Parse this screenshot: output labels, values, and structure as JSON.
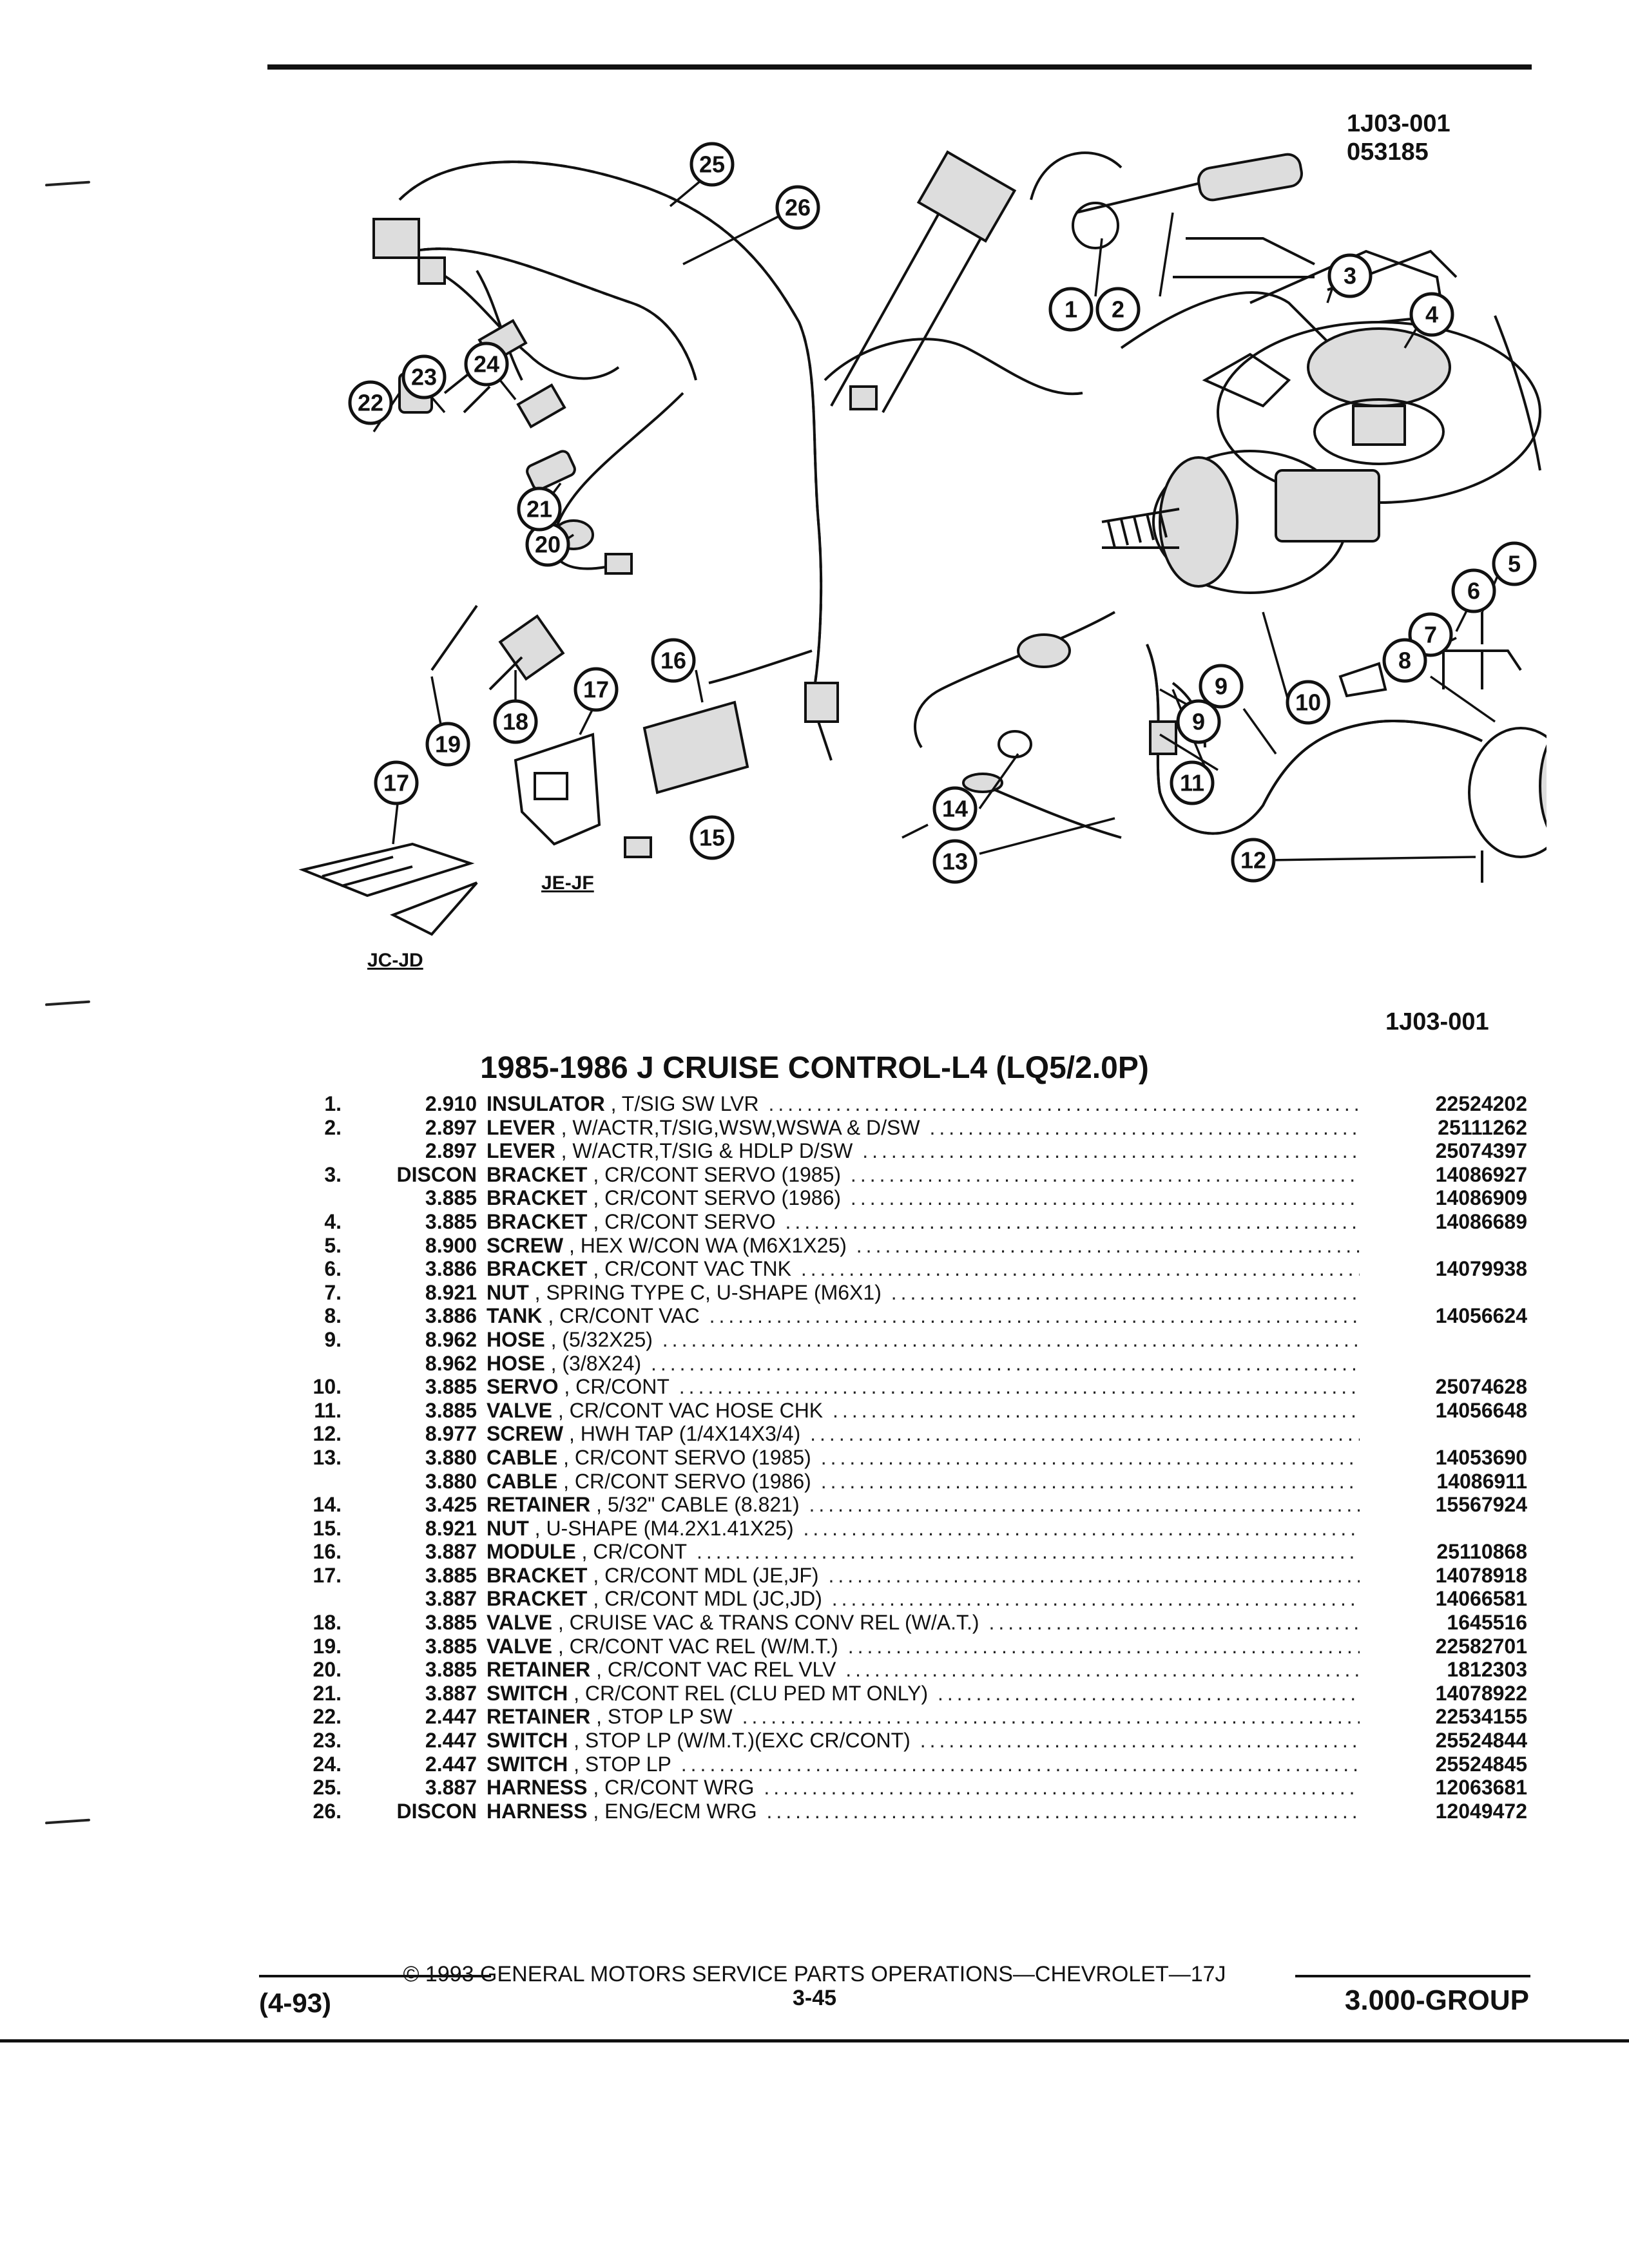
{
  "doc_ref": {
    "code": "1J03-001",
    "date_code": "053185",
    "bottom_code": "1J03-001"
  },
  "diagram": {
    "callouts": [
      "1",
      "2",
      "3",
      "4",
      "5",
      "6",
      "7",
      "8",
      "9",
      "9",
      "10",
      "11",
      "11",
      "12",
      "13",
      "14",
      "15",
      "16",
      "17",
      "17",
      "18",
      "19",
      "20",
      "21",
      "22",
      "23",
      "24",
      "25",
      "26"
    ],
    "labels": {
      "je_jf": "JE-JF",
      "jc_jd": "JC-JD"
    }
  },
  "parts_list": {
    "title": "1985-1986 J CRUISE CONTROL-L4 (LQ5/2.0P)",
    "rows": [
      {
        "no": "1.",
        "group": "2.910",
        "name": "INSULATOR",
        "desc": ", T/SIG SW LVR",
        "part": "22524202"
      },
      {
        "no": "2.",
        "group": "2.897",
        "name": "LEVER",
        "desc": ", W/ACTR,T/SIG,WSW,WSWA & D/SW",
        "part": "25111262"
      },
      {
        "no": "",
        "group": "2.897",
        "name": "LEVER",
        "desc": ", W/ACTR,T/SIG & HDLP D/SW",
        "part": "25074397"
      },
      {
        "no": "3.",
        "group": "DISCON",
        "name": "BRACKET",
        "desc": ", CR/CONT SERVO (1985)",
        "part": "14086927"
      },
      {
        "no": "",
        "group": "3.885",
        "name": "BRACKET",
        "desc": ", CR/CONT SERVO (1986)",
        "part": "14086909"
      },
      {
        "no": "4.",
        "group": "3.885",
        "name": "BRACKET",
        "desc": ", CR/CONT SERVO",
        "part": "14086689"
      },
      {
        "no": "5.",
        "group": "8.900",
        "name": "SCREW",
        "desc": ", HEX W/CON WA (M6X1X25)",
        "part": ""
      },
      {
        "no": "6.",
        "group": "3.886",
        "name": "BRACKET",
        "desc": ", CR/CONT VAC TNK",
        "part": "14079938"
      },
      {
        "no": "7.",
        "group": "8.921",
        "name": "NUT",
        "desc": ", SPRING TYPE C, U-SHAPE (M6X1)",
        "part": ""
      },
      {
        "no": "8.",
        "group": "3.886",
        "name": "TANK",
        "desc": ", CR/CONT VAC",
        "part": "14056624"
      },
      {
        "no": "9.",
        "group": "8.962",
        "name": "HOSE",
        "desc": ", (5/32X25)",
        "part": ""
      },
      {
        "no": "",
        "group": "8.962",
        "name": "HOSE",
        "desc": ", (3/8X24)",
        "part": ""
      },
      {
        "no": "10.",
        "group": "3.885",
        "name": "SERVO",
        "desc": ", CR/CONT",
        "part": "25074628"
      },
      {
        "no": "11.",
        "group": "3.885",
        "name": "VALVE",
        "desc": ", CR/CONT VAC HOSE CHK",
        "part": "14056648"
      },
      {
        "no": "12.",
        "group": "8.977",
        "name": "SCREW",
        "desc": ", HWH TAP (1/4X14X3/4)",
        "part": ""
      },
      {
        "no": "13.",
        "group": "3.880",
        "name": "CABLE",
        "desc": ", CR/CONT SERVO (1985)",
        "part": "14053690"
      },
      {
        "no": "",
        "group": "3.880",
        "name": "CABLE",
        "desc": ", CR/CONT SERVO (1986)",
        "part": "14086911"
      },
      {
        "no": "14.",
        "group": "3.425",
        "name": "RETAINER",
        "desc": ", 5/32\" CABLE (8.821)",
        "part": "15567924"
      },
      {
        "no": "15.",
        "group": "8.921",
        "name": "NUT",
        "desc": ", U-SHAPE (M4.2X1.41X25)",
        "part": ""
      },
      {
        "no": "16.",
        "group": "3.887",
        "name": "MODULE",
        "desc": ", CR/CONT",
        "part": "25110868"
      },
      {
        "no": "17.",
        "group": "3.885",
        "name": "BRACKET",
        "desc": ", CR/CONT MDL (JE,JF)",
        "part": "14078918"
      },
      {
        "no": "",
        "group": "3.887",
        "name": "BRACKET",
        "desc": ", CR/CONT MDL (JC,JD)",
        "part": "14066581"
      },
      {
        "no": "18.",
        "group": "3.885",
        "name": "VALVE",
        "desc": ", CRUISE VAC & TRANS CONV REL (W/A.T.)",
        "part": "1645516"
      },
      {
        "no": "19.",
        "group": "3.885",
        "name": "VALVE",
        "desc": ", CR/CONT VAC REL (W/M.T.)",
        "part": "22582701"
      },
      {
        "no": "20.",
        "group": "3.885",
        "name": "RETAINER",
        "desc": ", CR/CONT VAC REL VLV",
        "part": "1812303"
      },
      {
        "no": "21.",
        "group": "3.887",
        "name": "SWITCH",
        "desc": ", CR/CONT REL (CLU PED MT ONLY)",
        "part": "14078922"
      },
      {
        "no": "22.",
        "group": "2.447",
        "name": "RETAINER",
        "desc": ", STOP LP SW",
        "part": "22534155"
      },
      {
        "no": "23.",
        "group": "2.447",
        "name": "SWITCH",
        "desc": ", STOP LP (W/M.T.)(EXC CR/CONT)",
        "part": "25524844"
      },
      {
        "no": "24.",
        "group": "2.447",
        "name": "SWITCH",
        "desc": ", STOP LP",
        "part": "25524845"
      },
      {
        "no": "25.",
        "group": "3.887",
        "name": "HARNESS",
        "desc": ", CR/CONT WRG",
        "part": "12063681"
      },
      {
        "no": "26.",
        "group": "DISCON",
        "name": "HARNESS",
        "desc": ", ENG/ECM WRG",
        "part": "12049472"
      }
    ]
  },
  "footer": {
    "copyright": "© 1993 GENERAL MOTORS SERVICE PARTS OPERATIONS—CHEVROLET—17J",
    "date": "(4-93)",
    "page": "3-45",
    "group": "3.000-GROUP"
  }
}
